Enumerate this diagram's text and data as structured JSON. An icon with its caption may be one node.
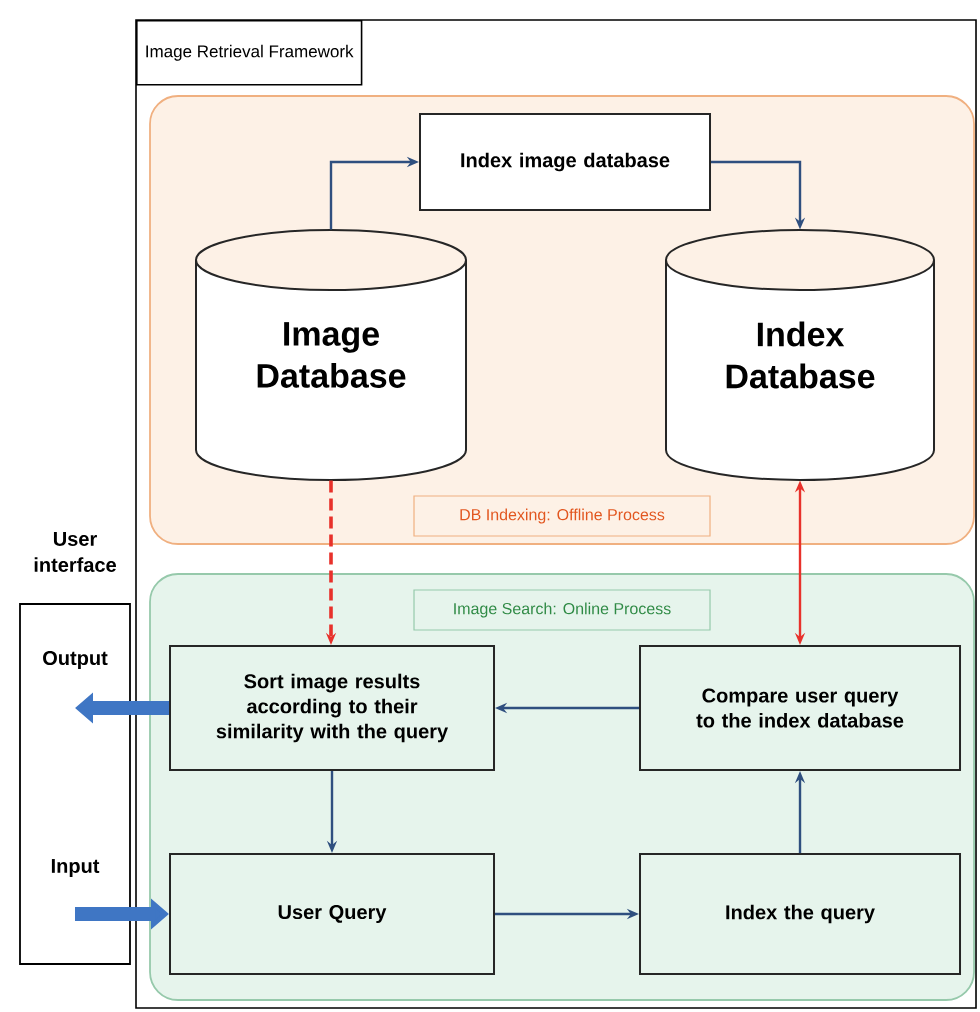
{
  "diagram": {
    "nodes": [
      {
        "text": [
          "Image Retrieval Framework"
        ]
      },
      {
        "text": [
          "DB Indexing: Offline Process"
        ],
        "in": 0
      },
      {
        "text": [
          "Index image database"
        ],
        "in": 1
      },
      {
        "text": [
          "Image Database"
        ],
        "in": 1
      },
      {
        "text": [
          "Index Database"
        ],
        "in": 1
      },
      {
        "text": [
          "Image Search: Online Process"
        ],
        "in": 0
      },
      {
        "text": [
          "Sort image results according to their similarity with the query"
        ],
        "in": 5
      },
      {
        "text": [
          "Compare user query to the index database"
        ],
        "in": 5
      },
      {
        "text": [
          "User Query"
        ],
        "in": 5
      },
      {
        "text": [
          "Index the query"
        ],
        "in": 5
      },
      {
        "text": [
          "User interface",
          "Output",
          "Input"
        ]
      }
    ],
    "edges": [
      {
        "from": 3,
        "to": 2,
        "arrow": "to"
      },
      {
        "from": 2,
        "to": 4,
        "arrow": "to"
      },
      {
        "from": 3,
        "to": 6,
        "arrow": "to",
        "style": "dashed",
        "color": "#e8312b"
      },
      {
        "from": 4,
        "to": 7,
        "arrow": "both",
        "color": "#e8312b"
      },
      {
        "from": 7,
        "to": 6,
        "arrow": "to"
      },
      {
        "from": 6,
        "to": 8,
        "arrow": "to"
      },
      {
        "from": 8,
        "to": 9,
        "arrow": "to"
      },
      {
        "from": 9,
        "to": 7,
        "arrow": "to"
      },
      {
        "from": 6,
        "to": 10,
        "arrow": "to",
        "style": "thick",
        "color": "#3f76c4"
      },
      {
        "from": 10,
        "to": 8,
        "arrow": "to",
        "style": "thick",
        "color": "#3f76c4"
      }
    ]
  }
}
